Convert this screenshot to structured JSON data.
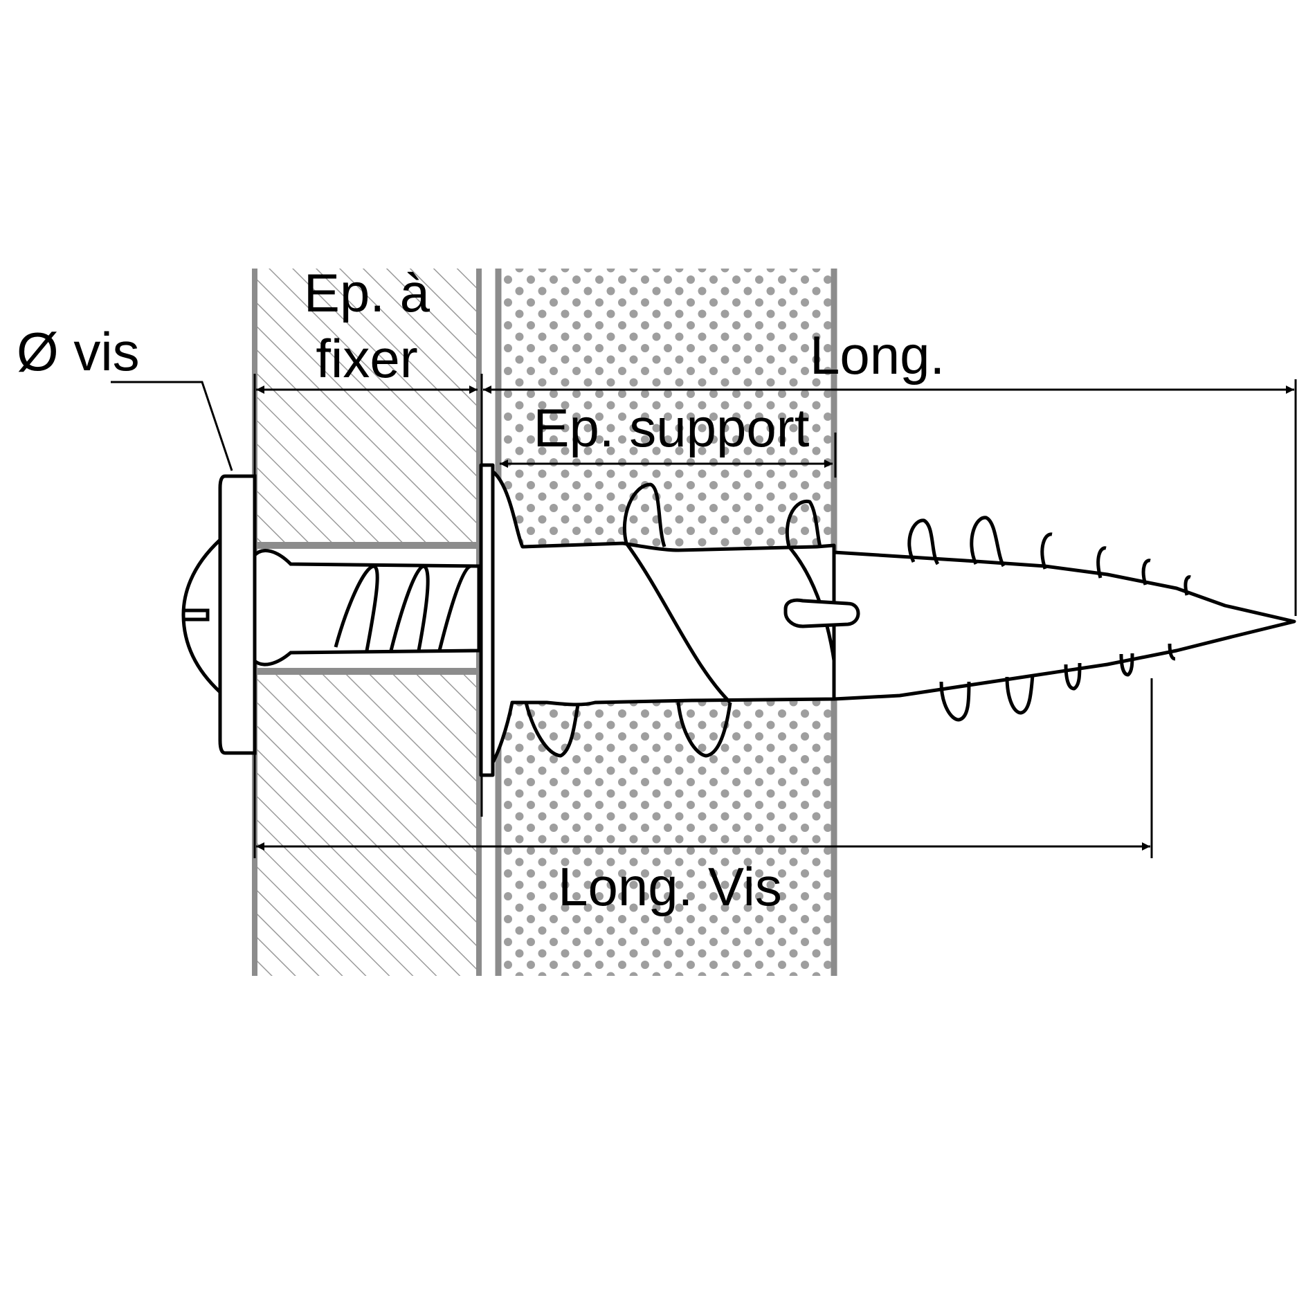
{
  "labels": {
    "diameter": "Ø vis",
    "thickness_to_fix_line1": "Ep. à",
    "thickness_to_fix_line2": "fixer",
    "total_length": "Long.",
    "support_thickness": "Ep. support",
    "screw_length": "Long. Vis"
  },
  "colors": {
    "outline": "#000000",
    "wall_edge": "#8c8c8c",
    "hatch": "#9a9a9a",
    "dots": "#9e9e9e",
    "background": "#ffffff"
  }
}
